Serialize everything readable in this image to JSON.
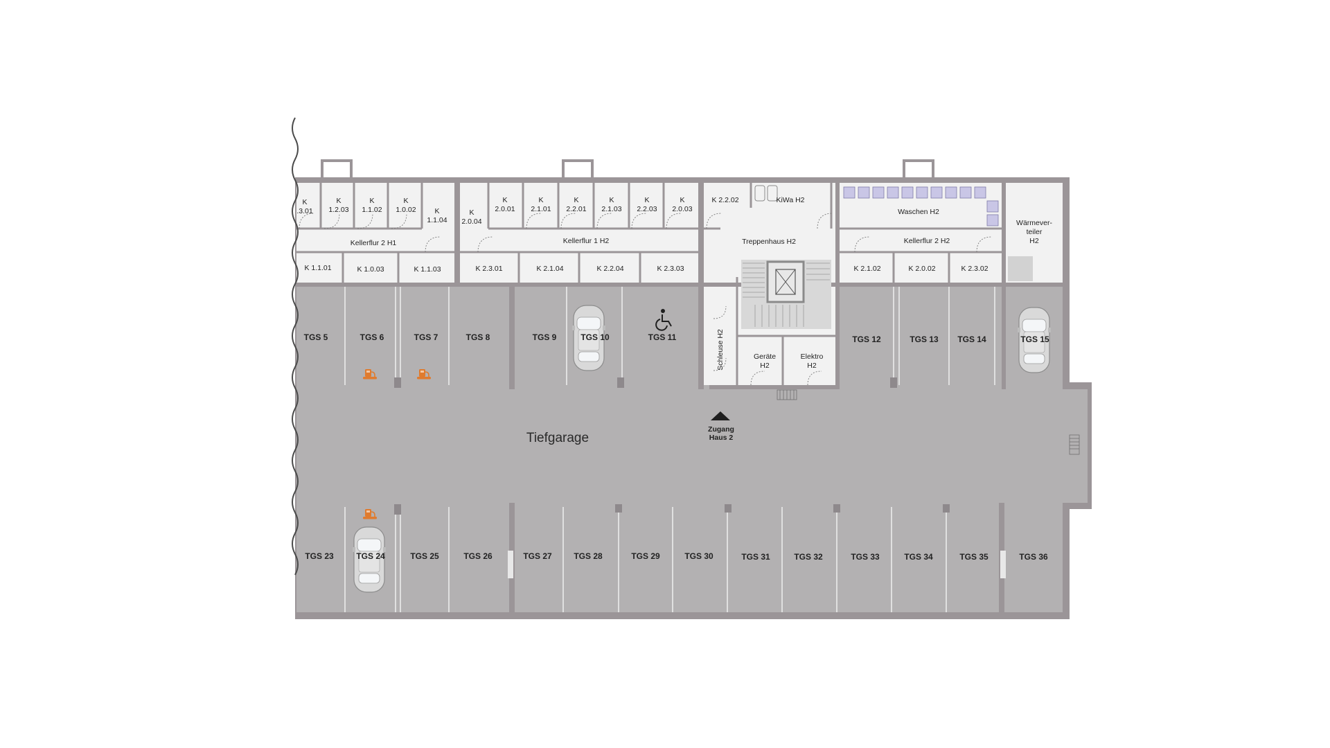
{
  "garage": {
    "title": "Tiefgarage"
  },
  "entrance": {
    "line1": "Zugang",
    "line2": "Haus 2"
  },
  "rooms": {
    "k_1_3_01_a": "K",
    "k_1_3_01_b": ".3.01",
    "k_1_2_03_a": "K",
    "k_1_2_03_b": "1.2.03",
    "k_1_1_02_a": "K",
    "k_1_1_02_b": "1.1.02",
    "k_1_0_02_a": "K",
    "k_1_0_02_b": "1.0.02",
    "k_1_1_04_a": "K",
    "k_1_1_04_b": "1.1.04",
    "k_2_0_04_a": "K",
    "k_2_0_04_b": "2.0.04",
    "k_2_0_01_a": "K",
    "k_2_0_01_b": "2.0.01",
    "k_2_1_01_a": "K",
    "k_2_1_01_b": "2.1.01",
    "k_2_2_01_a": "K",
    "k_2_2_01_b": "2.2.01",
    "k_2_1_03_a": "K",
    "k_2_1_03_b": "2.1.03",
    "k_2_2_03_a": "K",
    "k_2_2_03_b": "2.2.03",
    "k_2_0_03_a": "K",
    "k_2_0_03_b": "2.0.03",
    "k_2_2_02": "K 2.2.02",
    "kiwa": "KiWa H2",
    "waschen": "Waschen H2",
    "waerme_1": "Wärmever-",
    "waerme_2": "teiler",
    "waerme_3": "H2",
    "kellerflur_2_h1": "Kellerflur 2 H1",
    "kellerflur_1_h2": "Kellerflur 1 H2",
    "treppenhaus": "Treppenhaus H2",
    "kellerflur_2_h2": "Kellerflur 2 H2",
    "k_1_1_01": "K 1.1.01",
    "k_1_0_03": "K 1.0.03",
    "k_1_1_03": "K 1.1.03",
    "k_2_3_01": "K 2.3.01",
    "k_2_1_04": "K 2.1.04",
    "k_2_2_04": "K 2.2.04",
    "k_2_3_03": "K 2.3.03",
    "k_2_1_02": "K 2.1.02",
    "k_2_0_02": "K 2.0.02",
    "k_2_3_02": "K 2.3.02",
    "schleuse": "Schleuse H2",
    "geraete_1": "Geräte",
    "geraete_2": "H2",
    "elektro_1": "Elektro",
    "elektro_2": "H2"
  },
  "parking_top": [
    "TGS 5",
    "TGS 6",
    "TGS 7",
    "TGS 8",
    "TGS 9",
    "TGS 10",
    "TGS 11",
    "TGS 12",
    "TGS 13",
    "TGS 14",
    "TGS 15"
  ],
  "parking_bottom": [
    "TGS 23",
    "TGS 24",
    "TGS 25",
    "TGS 26",
    "TGS 27",
    "TGS 28",
    "TGS 29",
    "TGS 30",
    "TGS 31",
    "TGS 32",
    "TGS 33",
    "TGS 34",
    "TGS 35",
    "TGS 36"
  ],
  "icons": {
    "accessible": "wheelchair-icon",
    "charging": "ev-charging-icon",
    "car": "car-icon",
    "stair_arrow": "entrance-arrow-icon",
    "elevator": "elevator-icon",
    "vent": "vent-grille-icon"
  },
  "colors": {
    "wall": "#9b9598",
    "parking_fill": "#b3b1b2",
    "room_fill": "#f2f2f2",
    "ev_accent": "#e07b2e",
    "washer_fill": "#c9c6e6"
  }
}
